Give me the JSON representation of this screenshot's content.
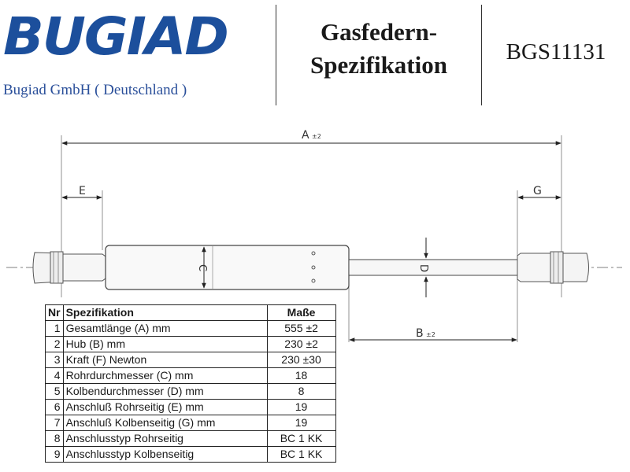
{
  "header": {
    "logo_text": "BUGIAD",
    "company": "Bugiad GmbH ( Deutschland )",
    "title_line1": "Gasfedern-",
    "title_line2": "Spezifikation",
    "part_number": "BGS11131",
    "brand_color": "#1c4f9c"
  },
  "drawing": {
    "label_a": "A",
    "label_b": "B",
    "label_c": "C",
    "label_d": "D",
    "label_e": "E",
    "label_g": "G",
    "tolerance": "±2"
  },
  "table": {
    "headers": {
      "nr": "Nr",
      "spec": "Spezifikation",
      "value": "Maße"
    },
    "rows": [
      {
        "nr": "1",
        "spec": "Gesamtlänge (A) mm",
        "value": "555 ±2"
      },
      {
        "nr": "2",
        "spec": "Hub (B)  mm",
        "value": "230 ±2"
      },
      {
        "nr": "3",
        "spec": "Kraft (F) Newton",
        "value": "230 ±30"
      },
      {
        "nr": "4",
        "spec": "Rohrdurchmesser (C) mm",
        "value": "18"
      },
      {
        "nr": "5",
        "spec": "Kolbendurchmesser (D) mm",
        "value": "8"
      },
      {
        "nr": "6",
        "spec": "Anschluß Rohrseitig (E) mm",
        "value": "19"
      },
      {
        "nr": "7",
        "spec": "Anschluß Kolbenseitig (G) mm",
        "value": "19"
      },
      {
        "nr": "8",
        "spec": "Anschlusstyp Rohrseitig",
        "value": "BC 1 KK"
      },
      {
        "nr": "9",
        "spec": "Anschlusstyp Kolbenseitig",
        "value": "BC 1 KK"
      }
    ]
  }
}
